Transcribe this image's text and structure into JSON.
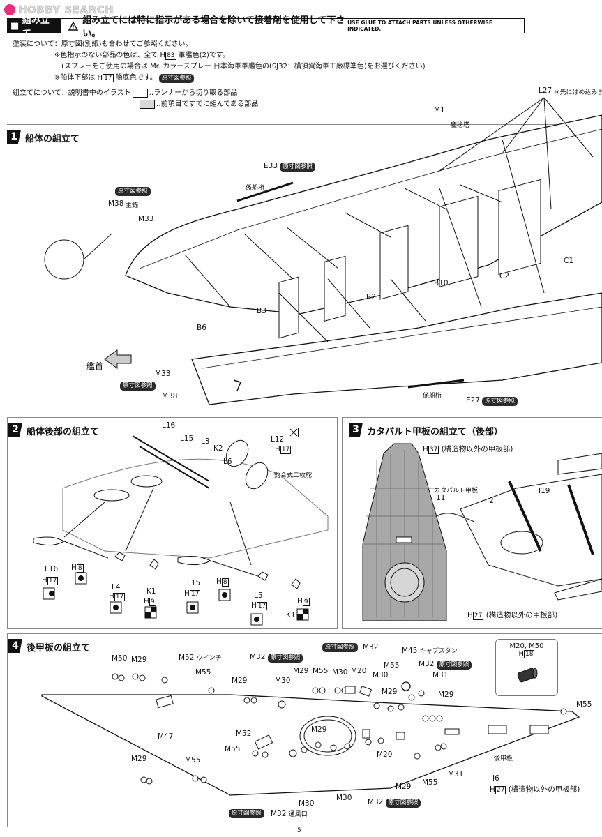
{
  "watermark": "HOBBY SEARCH",
  "header": {
    "section": "組み立て",
    "warning": "組み立てには特に指示がある場合を除いて接着剤を使用して下さい。",
    "warning_en": "USE GLUE TO ATTACH PARTS UNLESS OTHERWISE INDICATED."
  },
  "notes": {
    "paint_title": "塗装について：",
    "paint_1": "原寸図(別紙)も合わせてご参照ください。",
    "paint_2_a": "※色指示のない部品の色は、全て H",
    "paint_2_num": "83",
    "paint_2_b": "軍艦色(2)です。",
    "paint_3": "(スプレーをご使用の場合は Mr. カラースプレー 日本海軍軍艦色の(SJ32：横須賀海軍工廠標準色)をお選びください)",
    "paint_4_a": "※船体下部は H",
    "paint_4_num": "17",
    "paint_4_b": "艦底色です。",
    "ref_tag": "原寸図参照",
    "assembly_title": "組立てについて：",
    "assembly_1_a": "説明書中のイラスト",
    "assembly_1_b": "‥ランナーから切り取る部品",
    "assembly_2": "‥前項目ですでに組んである部品"
  },
  "steps": [
    {
      "num": "1",
      "title": "船体の組立て"
    },
    {
      "num": "2",
      "title": "船体後部の組立て"
    },
    {
      "num": "3",
      "title": "カタパルト甲板の組立て（後部）"
    },
    {
      "num": "4",
      "title": "後甲板の組立て"
    }
  ],
  "step1": {
    "labels": {
      "m1": "M1",
      "m1_note": "塵捨塔",
      "l27": "L27",
      "l27_note": "※先にはめ込みま",
      "e33": "E33",
      "e33_note": "係船桁",
      "m38_top": "M38",
      "m38_note": "主錨",
      "m33_top": "M33",
      "c1": "C1",
      "c2": "C2",
      "b10": "B10",
      "b2": "B2",
      "b3": "B3",
      "b6": "B6",
      "bow": "艦首",
      "m33_bot": "M33",
      "m38_bot": "M38",
      "e27_note": "係船桁",
      "e27": "E27"
    }
  },
  "step2": {
    "labels": {
      "l16": "L16",
      "l15": "L15",
      "l3": "L3",
      "k2": "K2",
      "l6": "L6",
      "l12": "L12",
      "h17": "17",
      "rudder_note": "釣合式二枚舵",
      "l16b": "L16",
      "h8a": "8",
      "l4": "L4",
      "k1": "K1",
      "l15b": "L15",
      "h8b": "8",
      "l5": "L5",
      "k1b": "K1",
      "h17a": "17",
      "h17b": "17",
      "h17c": "17",
      "h17d": "17",
      "h9a": "9",
      "h9b": "9"
    }
  },
  "step3": {
    "labels": {
      "h37": "37",
      "h37_note": "(構造物以外の甲板部)",
      "catapult_note": "カタパルト甲板",
      "i11": "I11",
      "i2": "I2",
      "i19": "I19",
      "h27": "27",
      "h27_note": "(構造物以外の甲板部)"
    }
  },
  "step4": {
    "inset_title": "M20, M50",
    "inset_h": "18",
    "labels": {
      "m50": "M50",
      "m29a": "M29",
      "m52": "M52",
      "m52_note": "ウインチ",
      "m55a": "M55",
      "m32a": "M32",
      "m29b": "M29",
      "m30a": "M30",
      "m29c": "M29",
      "m55b": "M55",
      "m30b": "M30",
      "m20a": "M20",
      "m32b": "M32",
      "m45": "M45",
      "m45_note": "キャプスタン",
      "m55c": "M55",
      "m32c": "M32",
      "m31a": "M31",
      "m30c": "M30",
      "m29d": "M29",
      "m29e": "M29",
      "m47": "M47",
      "m52b": "M52",
      "m55d": "M55",
      "m29f": "M29",
      "m20b": "M20",
      "m29g": "M29",
      "m55e": "M55",
      "m31b": "M31",
      "m29h": "M29",
      "m55f": "M55",
      "m30d": "M30",
      "m30e": "M30",
      "m32d": "M32",
      "m32e": "M32",
      "vent_note": "通風口",
      "m55g": "M55",
      "deck_note": "後甲板",
      "i6": "I6",
      "h27": "27",
      "h27_note": "(構造物以外の甲板部)"
    }
  },
  "page_number": "5"
}
